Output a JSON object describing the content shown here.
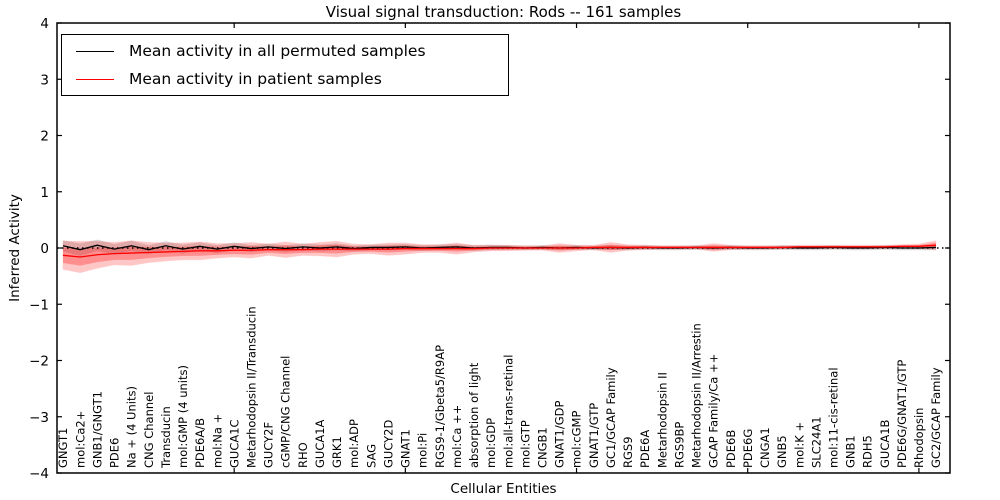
{
  "figure": {
    "title": "Visual signal transduction: Rods -- 161 samples",
    "xlabel": "Cellular Entities",
    "ylabel": "Inferred Activity",
    "background": "#ffffff"
  },
  "legend": {
    "items": [
      {
        "label": "Mean activity in all permuted samples",
        "color": "#000000"
      },
      {
        "label": "Mean activity in patient samples",
        "color": "#ff0000"
      }
    ]
  },
  "chart_data": {
    "type": "line",
    "title": "Visual signal transduction: Rods -- 161 samples",
    "xlabel": "Cellular Entities",
    "ylabel": "Inferred Activity",
    "ylim": [
      -4,
      4
    ],
    "yticks": [
      "−4",
      "−3",
      "−2",
      "−1",
      "0",
      "1",
      "2",
      "3",
      "4"
    ],
    "ytick_values": [
      -4,
      -3,
      -2,
      -1,
      0,
      1,
      2,
      3,
      4
    ],
    "grid": false,
    "legend_position": "upper left",
    "zero_line": {
      "style": "dotted",
      "color": "#000000",
      "y": 0
    },
    "categories": [
      "GNGT1",
      "mol:Ca2+",
      "GNB1/GNGT1",
      "PDE6",
      "Na + (4 Units)",
      "CNG Channel",
      "Transducin",
      "mol:GMP (4 units)",
      "PDE6A/B",
      "mol:Na +",
      "GUCA1C",
      "Metarhodopsin II/Transducin",
      "GUCY2F",
      "cGMP/CNG Channel",
      "RHO",
      "GUCA1A",
      "GRK1",
      "mol:ADP",
      "SAG",
      "GUCY2D",
      "GNAT1",
      "mol:Pi",
      "RGS9-1/Gbeta5/R9AP",
      "mol:Ca ++",
      "absorption of light",
      "mol:GDP",
      "mol:all-trans-retinal",
      "mol:GTP",
      "CNGB1",
      "GNAT1/GDP",
      "mol:cGMP",
      "GNAT1/GTP",
      "GC1/GCAP Family",
      "RGS9",
      "PDE6A",
      "Metarhodopsin II",
      "RGS9BP",
      "Metarhodopsin II/Arrestin",
      "GCAP Family/Ca ++",
      "PDE6B",
      "PDE6G",
      "CNGA1",
      "GNB5",
      "mol:K +",
      "SLC24A1",
      "mol:11-cis-retinal",
      "GNB1",
      "RDH5",
      "GUCA1B",
      "PDE6G/GNAT1/GTP",
      "Rhodopsin",
      "GC2/GCAP Family"
    ],
    "series": [
      {
        "name": "Mean activity in all permuted samples",
        "color": "#000000",
        "band_color": "#aaaaaa",
        "values": [
          0.04,
          -0.03,
          0.05,
          -0.02,
          0.04,
          -0.03,
          0.04,
          -0.02,
          0.03,
          -0.02,
          0.03,
          -0.01,
          0.02,
          -0.01,
          0.02,
          0.0,
          0.02,
          -0.01,
          0.01,
          0.01,
          0.02,
          0.0,
          0.01,
          0.02,
          0.0,
          0.01,
          0.01,
          0.0,
          0.01,
          0.0,
          0.01,
          0.0,
          0.01,
          0.0,
          0.01,
          0.0,
          0.0,
          0.01,
          0.0,
          0.01,
          0.0,
          0.0,
          0.01,
          0.0,
          0.0,
          0.01,
          0.0,
          0.0,
          0.01,
          0.0,
          0.0,
          0.01
        ],
        "band_halfwidth": [
          0.1,
          0.11,
          0.1,
          0.09,
          0.09,
          0.08,
          0.08,
          0.08,
          0.07,
          0.07,
          0.07,
          0.06,
          0.06,
          0.06,
          0.06,
          0.06,
          0.06,
          0.05,
          0.05,
          0.05,
          0.05,
          0.05,
          0.05,
          0.05,
          0.05,
          0.05,
          0.04,
          0.04,
          0.04,
          0.04,
          0.04,
          0.04,
          0.04,
          0.04,
          0.04,
          0.04,
          0.04,
          0.04,
          0.04,
          0.04,
          0.04,
          0.04,
          0.04,
          0.04,
          0.04,
          0.04,
          0.04,
          0.04,
          0.04,
          0.04,
          0.04,
          0.05
        ]
      },
      {
        "name": "Mean activity in patient samples",
        "color": "#ff0000",
        "band_color": "#ff0000",
        "values": [
          -0.13,
          -0.16,
          -0.12,
          -0.1,
          -0.09,
          -0.08,
          -0.07,
          -0.06,
          -0.05,
          -0.05,
          -0.04,
          -0.04,
          -0.03,
          -0.03,
          -0.03,
          -0.02,
          -0.02,
          -0.02,
          -0.02,
          -0.02,
          -0.01,
          -0.01,
          -0.01,
          -0.01,
          -0.01,
          0.0,
          0.0,
          0.0,
          0.0,
          0.0,
          0.0,
          0.01,
          0.01,
          0.01,
          0.01,
          0.01,
          0.01,
          0.01,
          0.01,
          0.01,
          0.01,
          0.01,
          0.01,
          0.02,
          0.02,
          0.02,
          0.02,
          0.02,
          0.02,
          0.03,
          0.03,
          0.05
        ],
        "band_halfwidth": [
          0.25,
          0.28,
          0.24,
          0.2,
          0.22,
          0.18,
          0.16,
          0.15,
          0.16,
          0.13,
          0.12,
          0.14,
          0.1,
          0.14,
          0.1,
          0.12,
          0.14,
          0.09,
          0.08,
          0.11,
          0.1,
          0.07,
          0.07,
          0.1,
          0.06,
          0.05,
          0.05,
          0.04,
          0.04,
          0.08,
          0.05,
          0.04,
          0.09,
          0.05,
          0.04,
          0.03,
          0.03,
          0.03,
          0.07,
          0.04,
          0.03,
          0.03,
          0.03,
          0.03,
          0.03,
          0.03,
          0.03,
          0.03,
          0.03,
          0.03,
          0.04,
          0.08
        ]
      }
    ]
  }
}
